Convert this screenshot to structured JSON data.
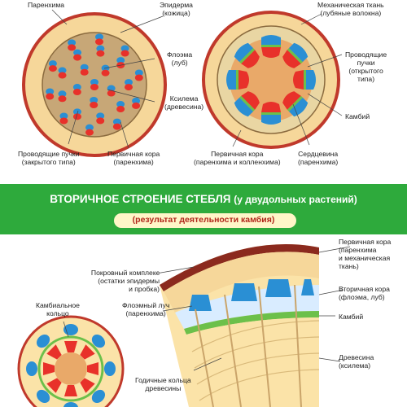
{
  "colors": {
    "green_band": "#2eaa3c",
    "epidermis": "#c0392b",
    "cortex": "#f6d79a",
    "pith": "#e9a969",
    "xylem": "#e8312a",
    "phloem": "#2a8fd4",
    "cambium": "#6cc04a",
    "wood": "#fbe3a8"
  },
  "top_labels": {
    "parenchyma": "Паренхима",
    "epidermis_1": "Эпидерма",
    "epidermis_2": "(кожица)",
    "mech_tissue_1": "Механическая ткань",
    "mech_tissue_2": "(лубяные волокна)",
    "phloem_1": "Флоэма",
    "phloem_2": "(луб)",
    "xylem_1": "Ксилема",
    "xylem_2": "(древесина)",
    "open_bundles_1": "Проводящие",
    "open_bundles_2": "пучки",
    "open_bundles_3": "(открытого",
    "open_bundles_4": "типа)",
    "cambium": "Камбий",
    "closed_bundles_1": "Проводящие пучки",
    "closed_bundles_2": "(закрытого типа)",
    "primary_cortex_left_1": "Первичная кора",
    "primary_cortex_left_2": "(паренхима)",
    "primary_cortex_mid_1": "Первичная кора",
    "primary_cortex_mid_2": "(паренхима и колленхима)",
    "pith_1": "Сердцевина",
    "pith_2": "(паренхима)"
  },
  "heading": {
    "title_main": "ВТОРИЧНОЕ СТРОЕНИЕ СТЕБЛЯ",
    "title_sub": "(у двудольных растений)",
    "subtitle": "(результат деятельности камбия)"
  },
  "bottom_labels": {
    "cover_1": "Покровный комплекс",
    "cover_2": "(остатки эпидермы",
    "cover_3": "и пробка)",
    "primary_cortex_1": "Первичная кора",
    "primary_cortex_2": "(паренхима",
    "primary_cortex_3": "и механическая",
    "primary_cortex_4": "ткань)",
    "cambial_ring_1": "Камбиальное",
    "cambial_ring_2": "кольцо",
    "phloem_ray_1": "Флоэмный луч",
    "phloem_ray_2": "(паренхима)",
    "secondary_cortex_1": "Вторичная кора",
    "secondary_cortex_2": "(флоэма, луб)",
    "cambium": "Камбий",
    "wood_1": "Древесина",
    "wood_2": "(ксилема)",
    "rings_1": "Годичные кольца",
    "rings_2": "древесины"
  }
}
